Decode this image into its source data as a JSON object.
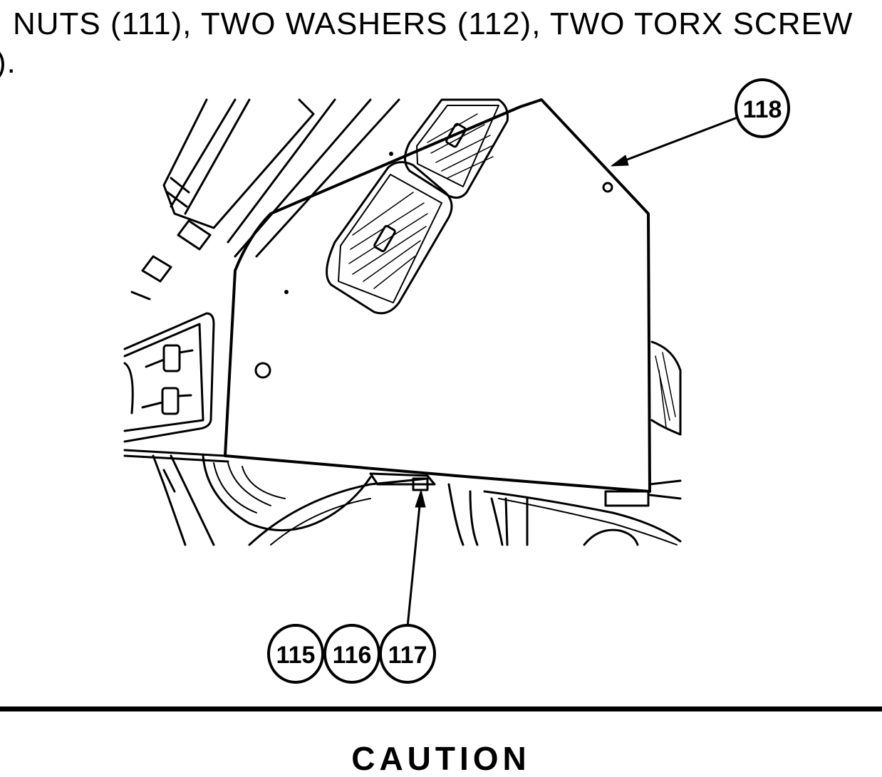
{
  "instruction": {
    "line1": "NUTS (111), TWO WASHERS (112), TWO TORX SCREW",
    "line2": ")."
  },
  "figure": {
    "callouts": {
      "top": "118",
      "bottom": [
        "115",
        "116",
        "117"
      ]
    }
  },
  "heading": {
    "caution": "CAUTION"
  }
}
